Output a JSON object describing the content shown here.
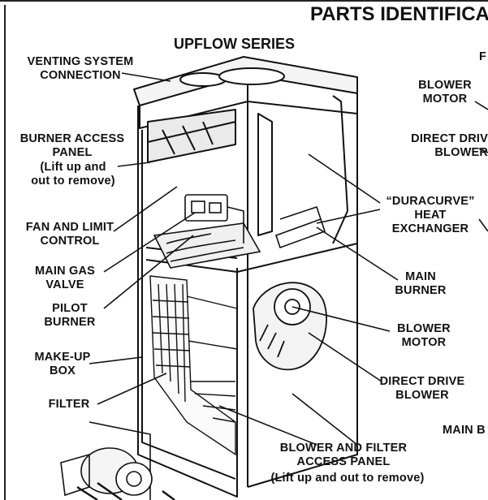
{
  "header": {
    "title": "PARTS IDENTIFICA",
    "series": "UPFLOW SERIES"
  },
  "labels": {
    "venting": "VENTING SYSTEM\nCONNECTION",
    "burner_access": "BURNER ACCESS\nPANEL",
    "burner_access_note": "(Lift up and\nout to remove)",
    "fan_limit": "FAN AND LIMIT\nCONTROL",
    "gas_valve": "MAIN GAS\nVALVE",
    "pilot": "PILOT\nBURNER",
    "makeup": "MAKE-UP\nBOX",
    "filter": "FILTER",
    "blower_motor_top": "BLOWER\nMOTOR",
    "direct_drive_top": "DIRECT DRIV\nBLOWER",
    "heat_exchanger": "“DURACURVE”\nHEAT\nEXCHANGER",
    "main_burner": "MAIN\nBURNER",
    "blower_motor": "BLOWER\nMOTOR",
    "direct_drive": "DIRECT DRIVE\nBLOWER",
    "access_panel": "BLOWER AND FILTER\nACCESS PANEL",
    "access_panel_note": "(Lift up and out to remove)",
    "main_b": "MAIN B",
    "edge_f": "F"
  }
}
